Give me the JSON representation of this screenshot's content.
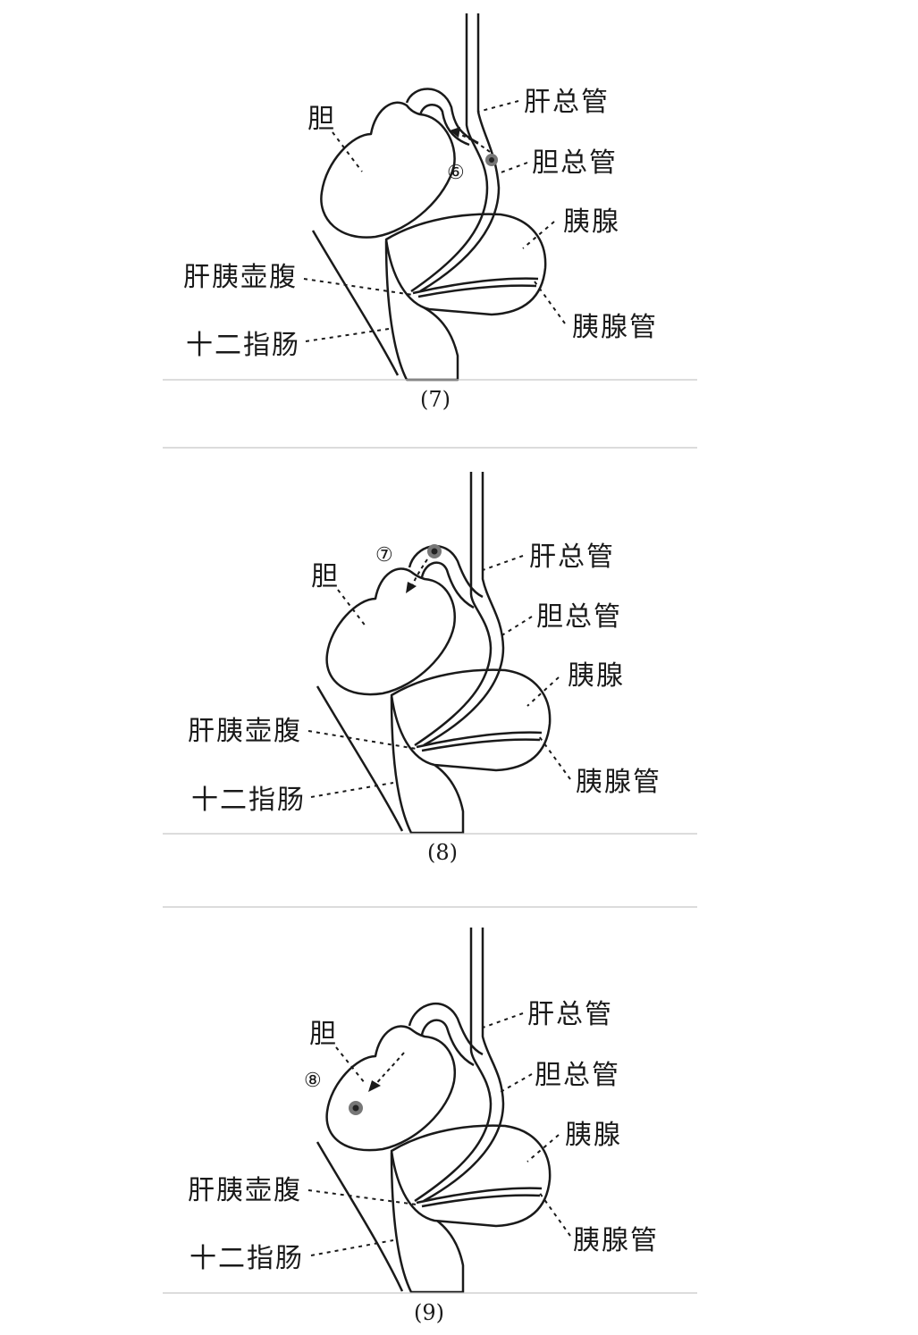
{
  "panels": [
    {
      "caption": "(7)",
      "step_marker": "⑥",
      "labels": {
        "gallbladder": "胆",
        "common_hepatic_duct": "肝总管",
        "common_bile_duct": "胆总管",
        "pancreas": "胰腺",
        "ampulla": "肝胰壶腹",
        "duodenum": "十二指肠",
        "pancreatic_duct": "胰腺管"
      }
    },
    {
      "caption": "(8)",
      "step_marker": "⑦",
      "labels": {
        "gallbladder": "胆",
        "common_hepatic_duct": "肝总管",
        "common_bile_duct": "胆总管",
        "pancreas": "胰腺",
        "ampulla": "肝胰壶腹",
        "duodenum": "十二指肠",
        "pancreatic_duct": "胰腺管"
      }
    },
    {
      "caption": "(9)",
      "step_marker": "⑧",
      "labels": {
        "gallbladder": "胆",
        "common_hepatic_duct": "肝总管",
        "common_bile_duct": "胆总管",
        "pancreas": "胰腺",
        "ampulla": "肝胰壶腹",
        "duodenum": "十二指肠",
        "pancreatic_duct": "胰腺管"
      }
    }
  ]
}
